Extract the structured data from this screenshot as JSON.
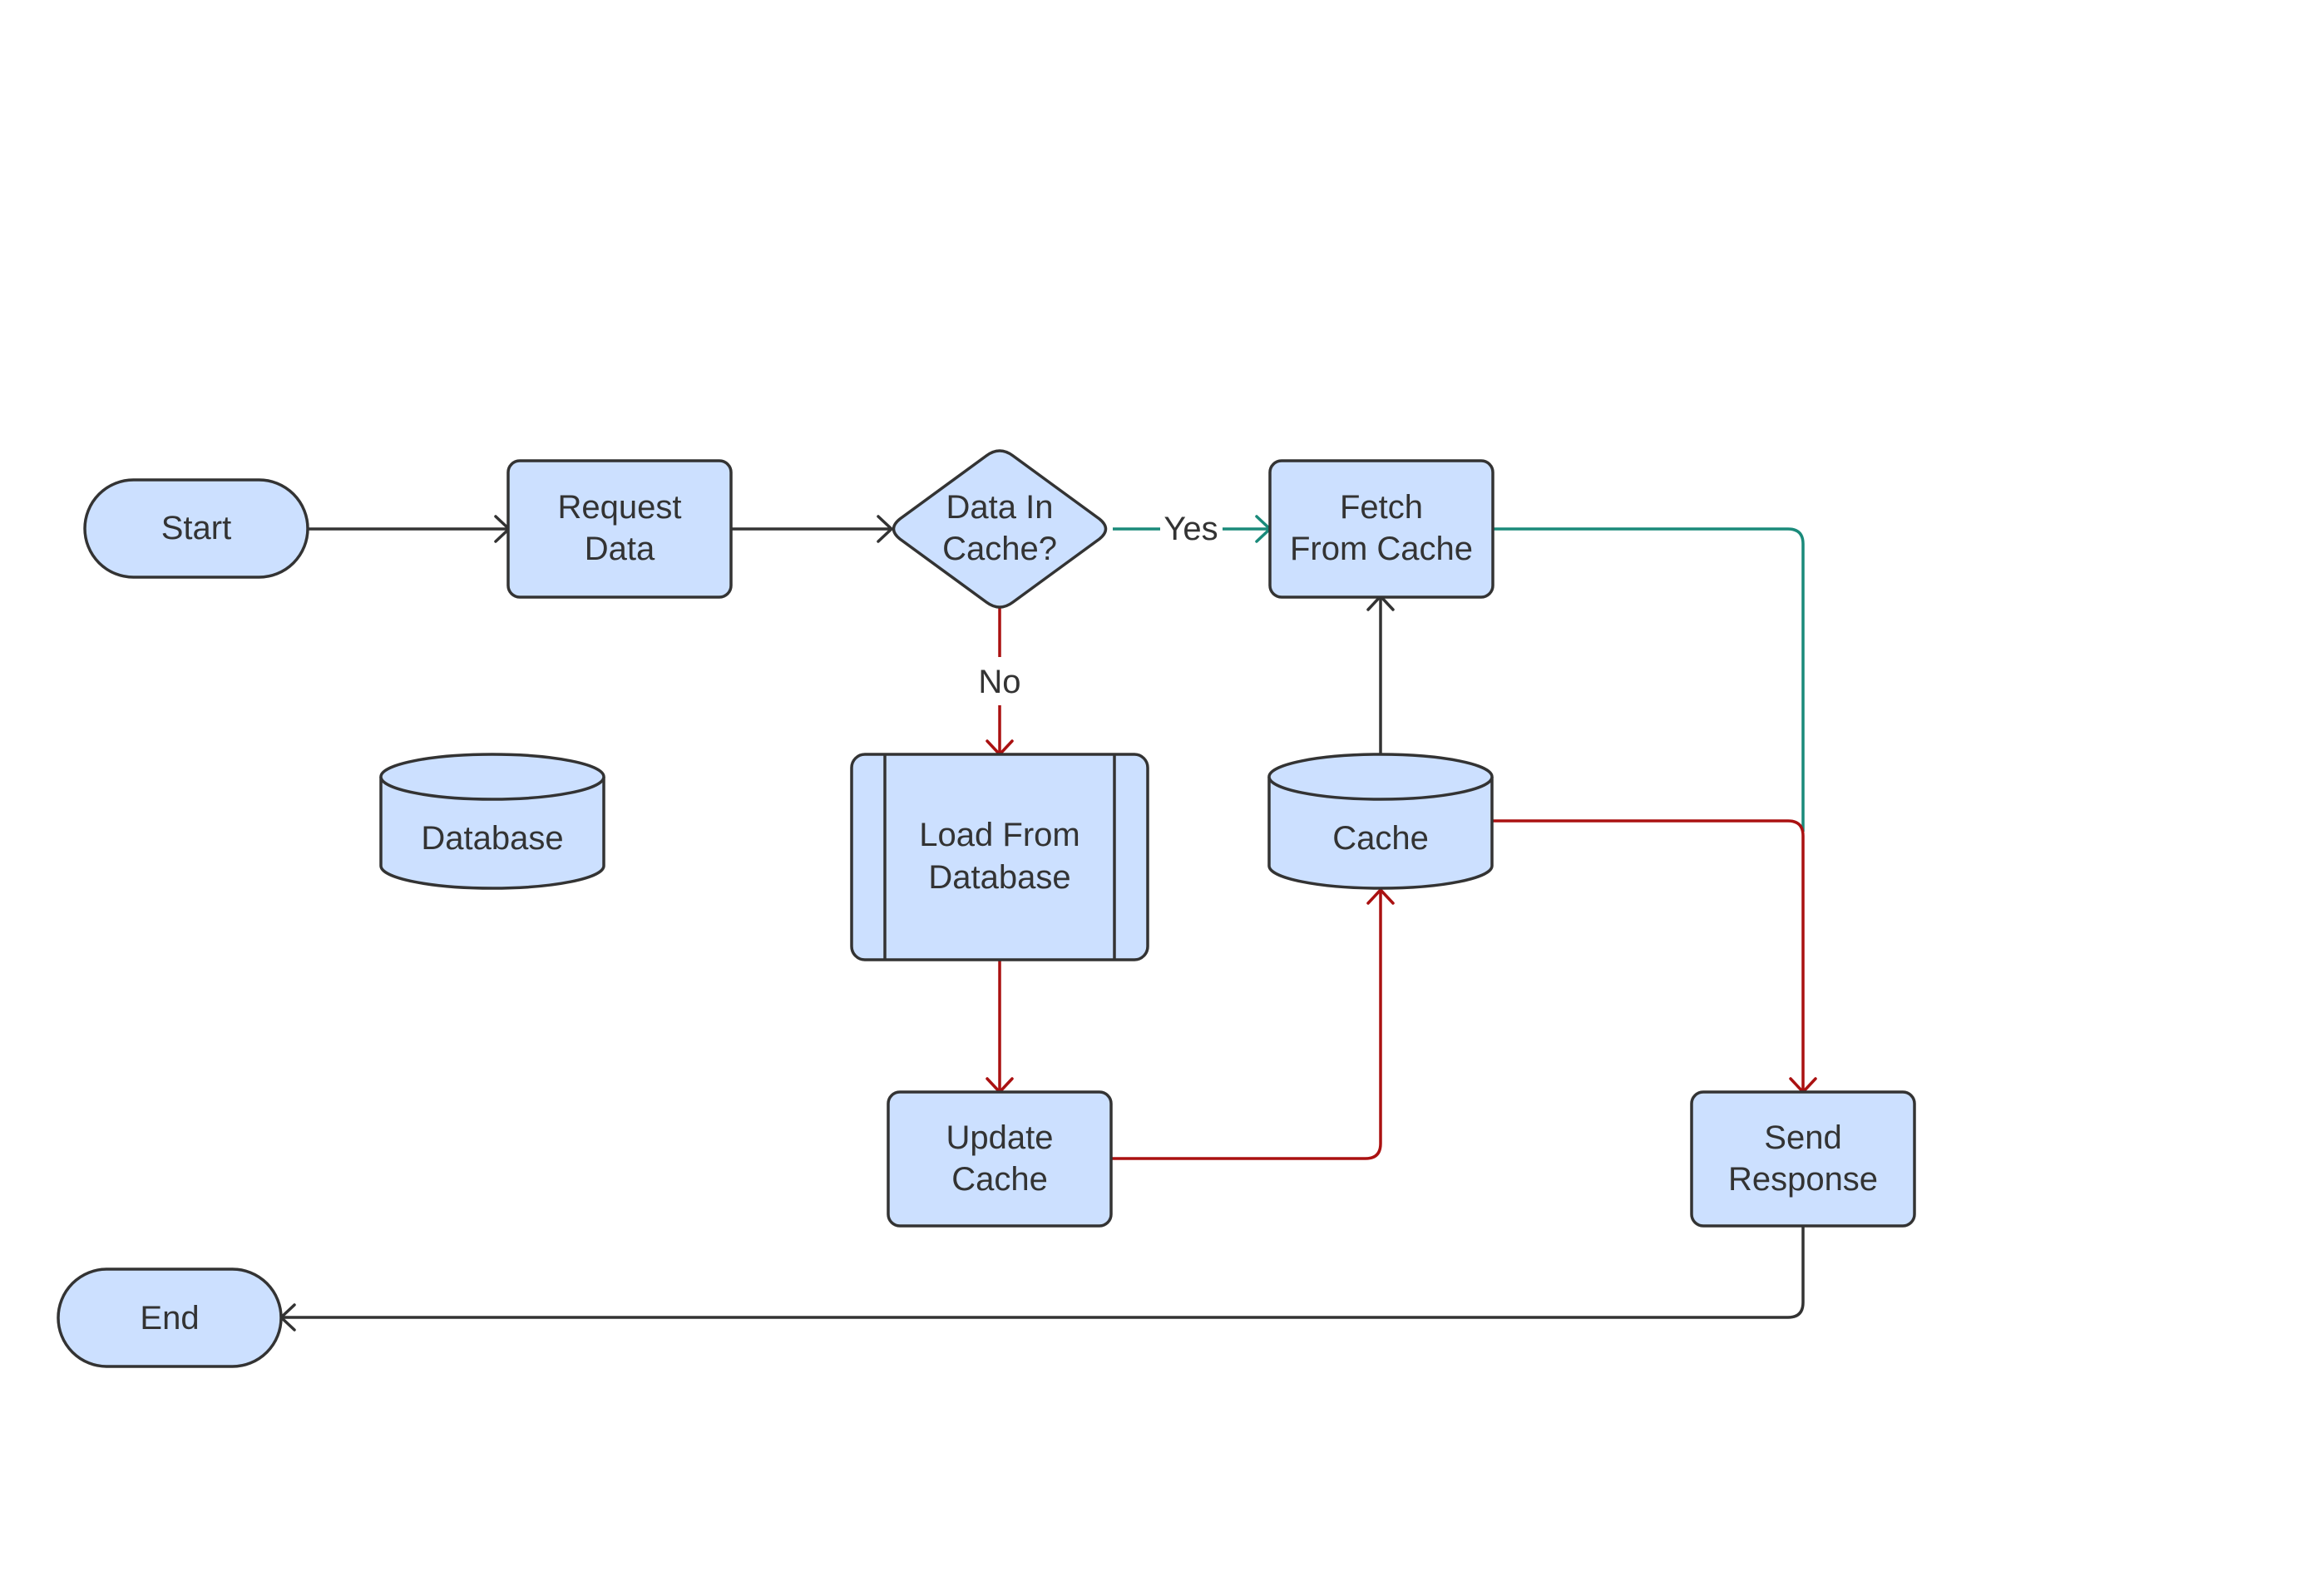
{
  "colors": {
    "node_fill": "#cce0ff",
    "node_stroke": "#333333",
    "edge_default": "#333333",
    "edge_yes": "#1a8a7a",
    "edge_no": "#aa1111",
    "text": "#333333",
    "background": "#ffffff"
  },
  "nodes": {
    "start": {
      "lines": [
        "Start"
      ]
    },
    "request": {
      "lines": [
        "Request",
        "Data"
      ]
    },
    "decision": {
      "lines": [
        "Data In",
        "Cache?"
      ]
    },
    "fetch": {
      "lines": [
        "Fetch",
        "From Cache"
      ]
    },
    "database": {
      "lines": [
        "Database"
      ]
    },
    "load": {
      "lines": [
        "Load From",
        "Database"
      ]
    },
    "cache": {
      "lines": [
        "Cache"
      ]
    },
    "update": {
      "lines": [
        "Update",
        "Cache"
      ]
    },
    "send": {
      "lines": [
        "Send",
        "Response"
      ]
    },
    "end": {
      "lines": [
        "End"
      ]
    }
  },
  "edges": {
    "yes_label": "Yes",
    "no_label": "No"
  }
}
